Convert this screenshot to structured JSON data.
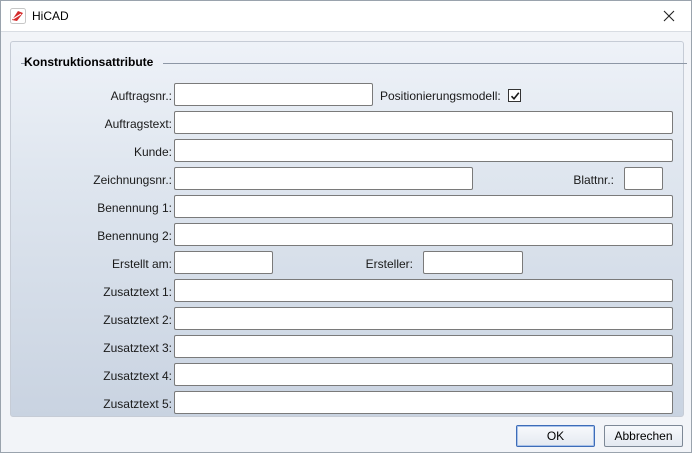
{
  "window": {
    "title": "HiCAD",
    "icon": "hicad-app-icon",
    "close_icon": "close-icon"
  },
  "group": {
    "title": "Konstruktionsattribute"
  },
  "form": {
    "auftragsnr_label": "Auftragsnr.:",
    "auftragsnr_value": "",
    "positionierungsmodell_label": "Positionierungsmodell:",
    "positionierungsmodell_checked": true,
    "auftragstext_label": "Auftragstext:",
    "auftragstext_value": "",
    "kunde_label": "Kunde:",
    "kunde_value": "",
    "zeichnungsnr_label": "Zeichnungsnr.:",
    "zeichnungsnr_value": "",
    "blattnr_label": "Blattnr.:",
    "blattnr_value": "",
    "benennung1_label": "Benennung 1:",
    "benennung1_value": "",
    "benennung2_label": "Benennung 2:",
    "benennung2_value": "",
    "erstellt_am_label": "Erstellt am:",
    "erstellt_am_value": "",
    "ersteller_label": "Ersteller:",
    "ersteller_value": "",
    "zusatztext1_label": "Zusatztext 1:",
    "zusatztext1_value": "",
    "zusatztext2_label": "Zusatztext 2:",
    "zusatztext2_value": "",
    "zusatztext3_label": "Zusatztext 3:",
    "zusatztext3_value": "",
    "zusatztext4_label": "Zusatztext 4:",
    "zusatztext4_value": "",
    "zusatztext5_label": "Zusatztext 5:",
    "zusatztext5_value": ""
  },
  "buttons": {
    "ok_label": "OK",
    "cancel_label": "Abbrechen"
  },
  "colors": {
    "accent": "#3d6cb8",
    "icon_red": "#d42a2a"
  }
}
